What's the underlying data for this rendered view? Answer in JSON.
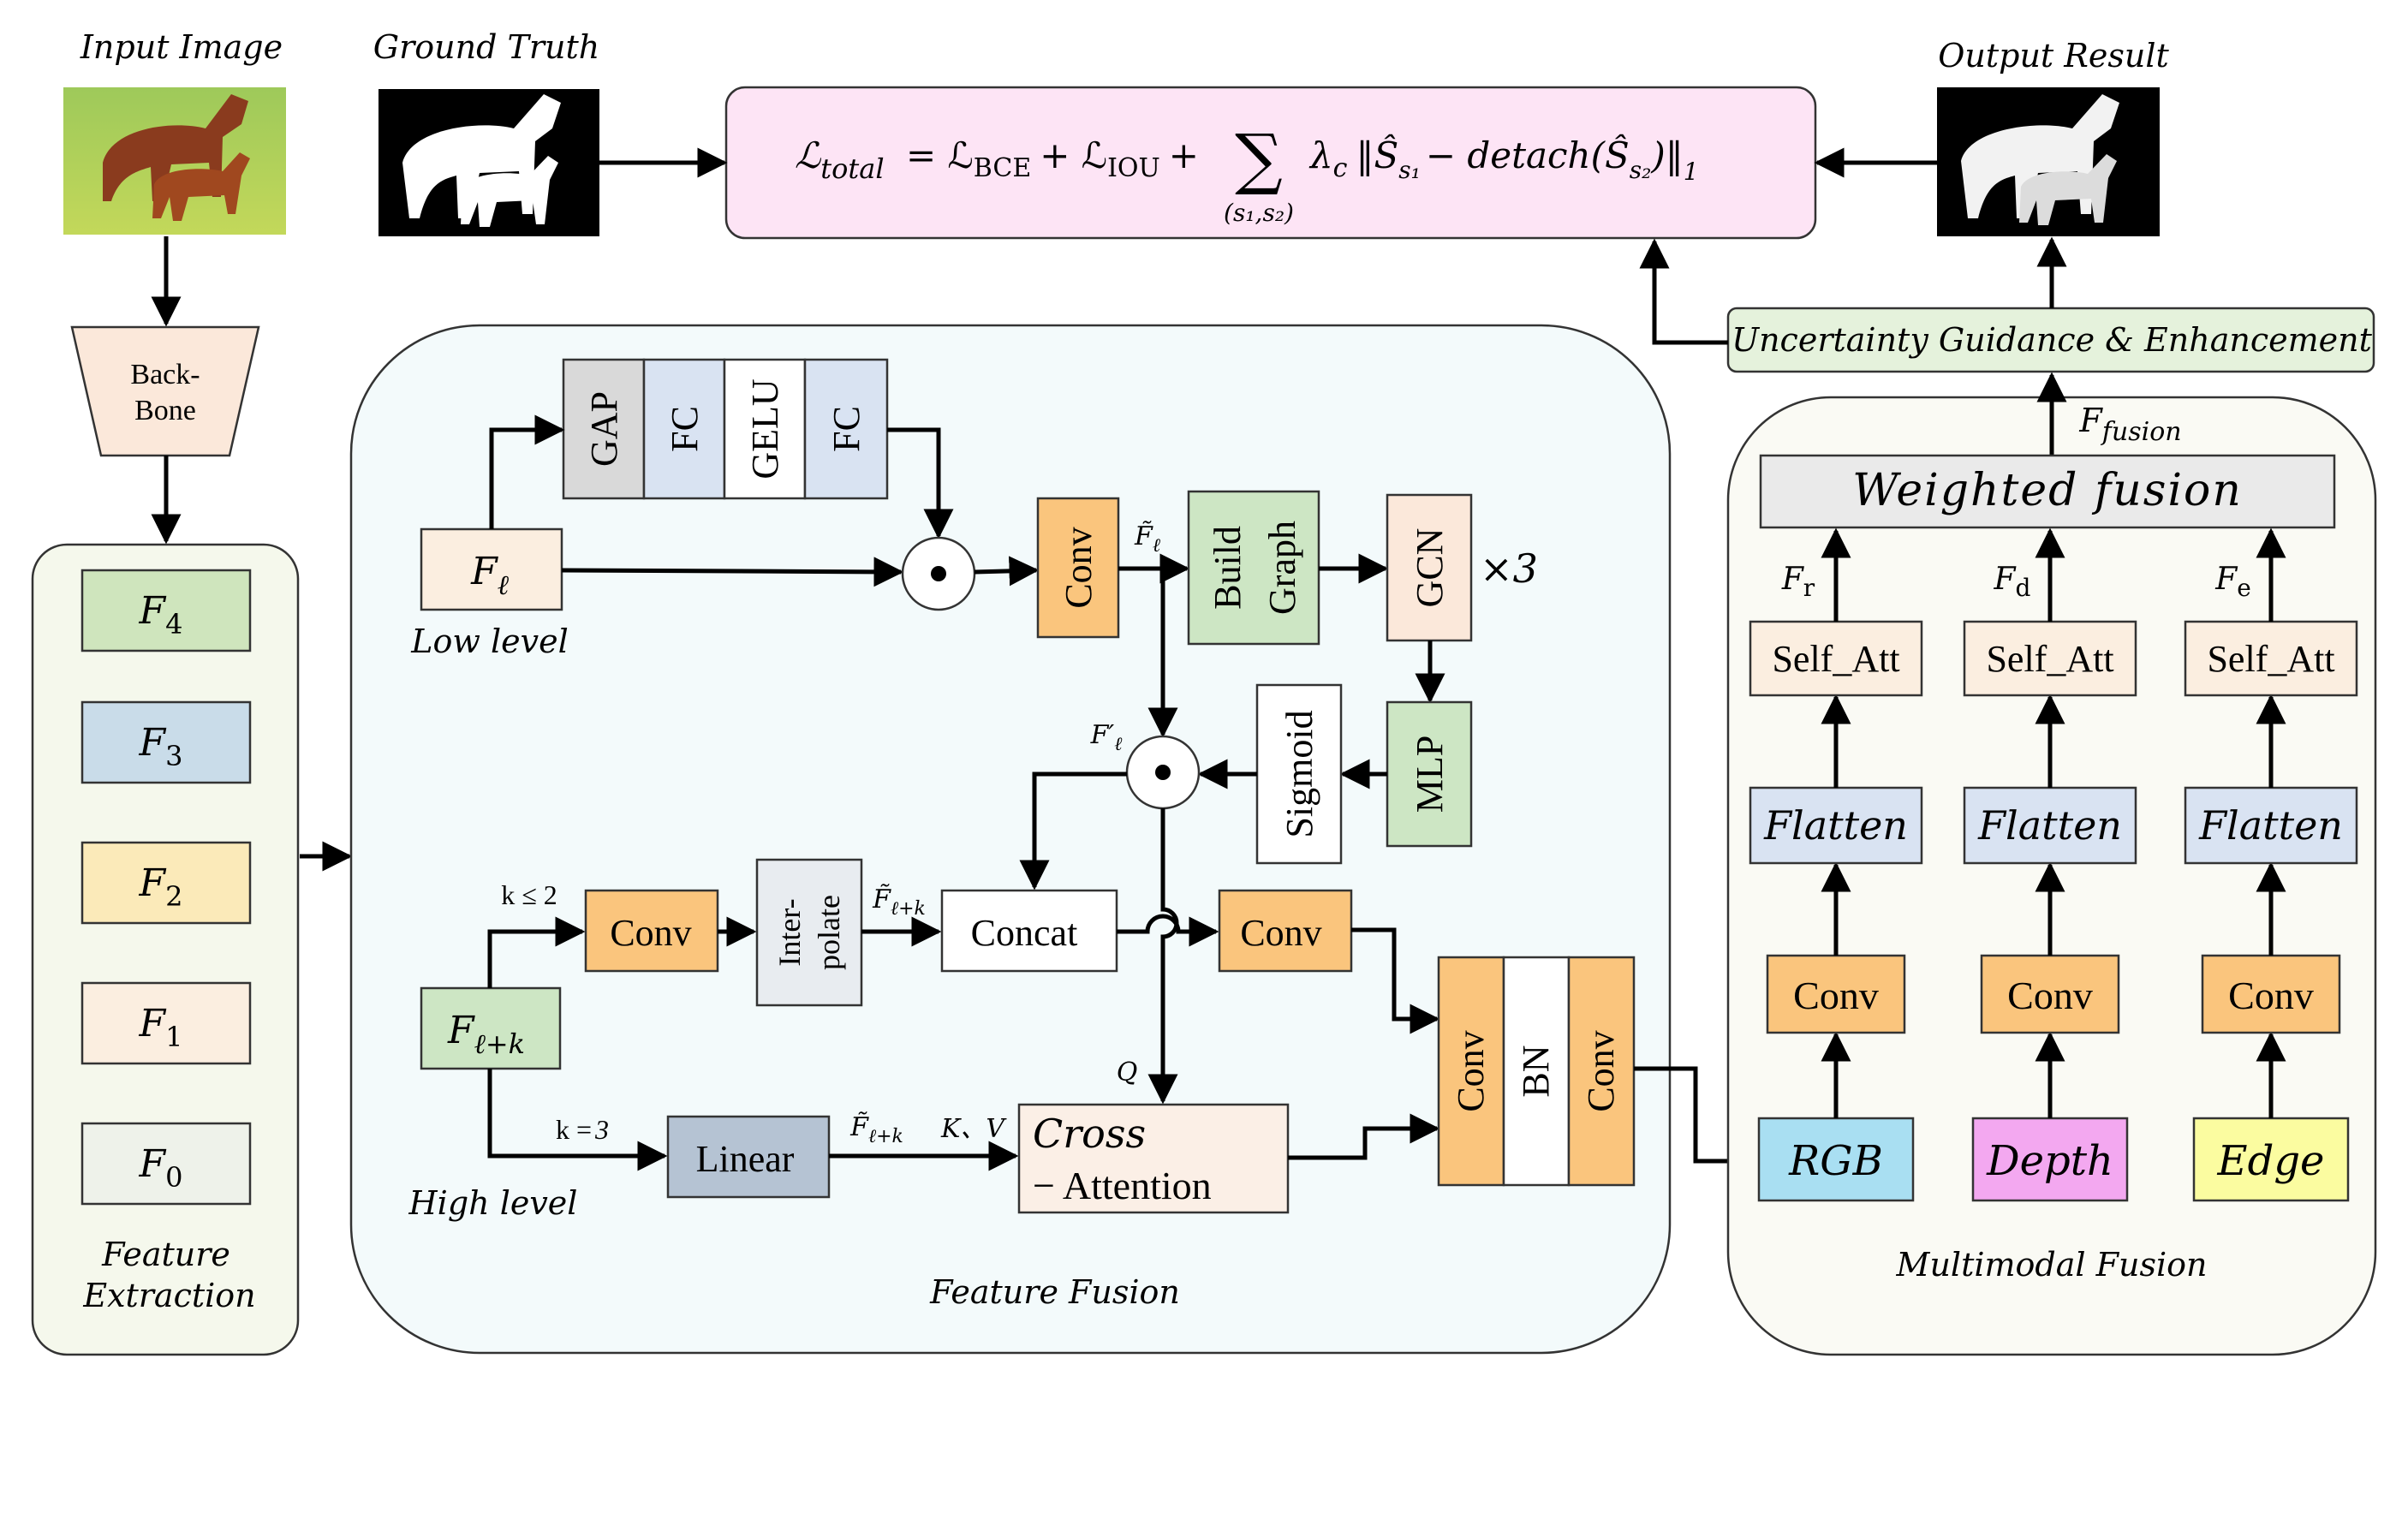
{
  "top": {
    "input_image": "Input Image",
    "ground_truth": "Ground Truth",
    "output_result": "Output Result",
    "loss": {
      "lhs": "ℒ",
      "lhs_sub": "total",
      "eq": "= ℒ",
      "bce": "BCE",
      "plus1": "+ ℒ",
      "iou": "IOU",
      "plus2": "+",
      "sigma": "∑",
      "sum_sub": "(s₁,s₂)",
      "term": "λ",
      "term_c": "c",
      "norm_open": "‖Ŝ",
      "s1": "s₁",
      "minus": "− detach(Ŝ",
      "s2": "s₂",
      "close": ")‖",
      "one": "1"
    }
  },
  "backbone": {
    "line1": "Back-",
    "line2": "Bone"
  },
  "feature_extraction": {
    "levels": [
      {
        "main": "F",
        "sub": "4",
        "color": "#cfe5bd"
      },
      {
        "main": "F",
        "sub": "3",
        "color": "#c9dce9"
      },
      {
        "main": "F",
        "sub": "2",
        "color": "#fbeab9"
      },
      {
        "main": "F",
        "sub": "1",
        "color": "#fbeee0"
      },
      {
        "main": "F",
        "sub": "0",
        "color": "#eef2ea"
      }
    ],
    "title1": "Feature",
    "title2": "Extraction"
  },
  "feature_fusion": {
    "gap": "GAP",
    "fc1": "FC",
    "gelu": "GELU",
    "fc2": "FC",
    "f_low": "F",
    "f_low_sub": "ℓ",
    "low_level": "Low level",
    "conv_a": "Conv",
    "f_tilde": "F̃",
    "f_tilde_sub": "ℓ",
    "build_graph1": "Build",
    "build_graph2": "Graph",
    "gcn": "GCN",
    "times3": "×3",
    "mlp": "MLP",
    "sigmoid": "Sigmoid",
    "f_prime": "F′",
    "f_prime_sub": "ℓ",
    "k_le_2": "k ≤ 2",
    "conv_b": "Conv",
    "interpolate1": "Inter-",
    "interpolate2": "polate",
    "f_tilde_lk": "F̃",
    "f_tilde_lk_sub": "ℓ+k",
    "concat": "Concat",
    "conv_c": "Conv",
    "f_high": "F",
    "f_high_sub": "ℓ+k",
    "k_eq_3": "k =",
    "k_eq_3_val": "3",
    "linear": "Linear",
    "f_tilde_lk2": "F̃",
    "f_tilde_lk2_sub": "ℓ+k",
    "kv": "K、V",
    "q": "Q",
    "cross1": "Cross",
    "cross2": "− Attention",
    "conv_d": "Conv",
    "bn": "BN",
    "conv_e": "Conv",
    "high_level": "High level",
    "title": "Feature Fusion"
  },
  "uncertainty": "Uncertainty Guidance & Enhancement",
  "multimodal": {
    "f_fusion": "F",
    "f_fusion_sub": "fusion",
    "weighted_fusion": "Weighted fusion",
    "columns": [
      {
        "f_main": "F",
        "f_sub": "r",
        "self_att": "Self_Att",
        "flatten": "Flatten",
        "conv": "Conv",
        "input": "RGB",
        "input_color": "#a9dff2"
      },
      {
        "f_main": "F",
        "f_sub": "d",
        "self_att": "Self_Att",
        "flatten": "Flatten",
        "conv": "Conv",
        "input": "Depth",
        "input_color": "#f3a8f0"
      },
      {
        "f_main": "F",
        "f_sub": "e",
        "self_att": "Self_Att",
        "flatten": "Flatten",
        "conv": "Conv",
        "input": "Edge",
        "input_color": "#fbfca0"
      }
    ],
    "title": "Multimodal Fusion"
  },
  "colors": {
    "orange": "#fac57d",
    "green": "#cde6c4",
    "blue_light": "#d9e3f2",
    "gray": "#d9d9d9",
    "peach": "#fbe8da",
    "loss_bg": "#fde4f5",
    "ff_bg": "#f3fafb",
    "fe_bg": "#f5f8ec",
    "mm_bg": "#fafaf4",
    "uge_bg": "#e5f2dc"
  }
}
